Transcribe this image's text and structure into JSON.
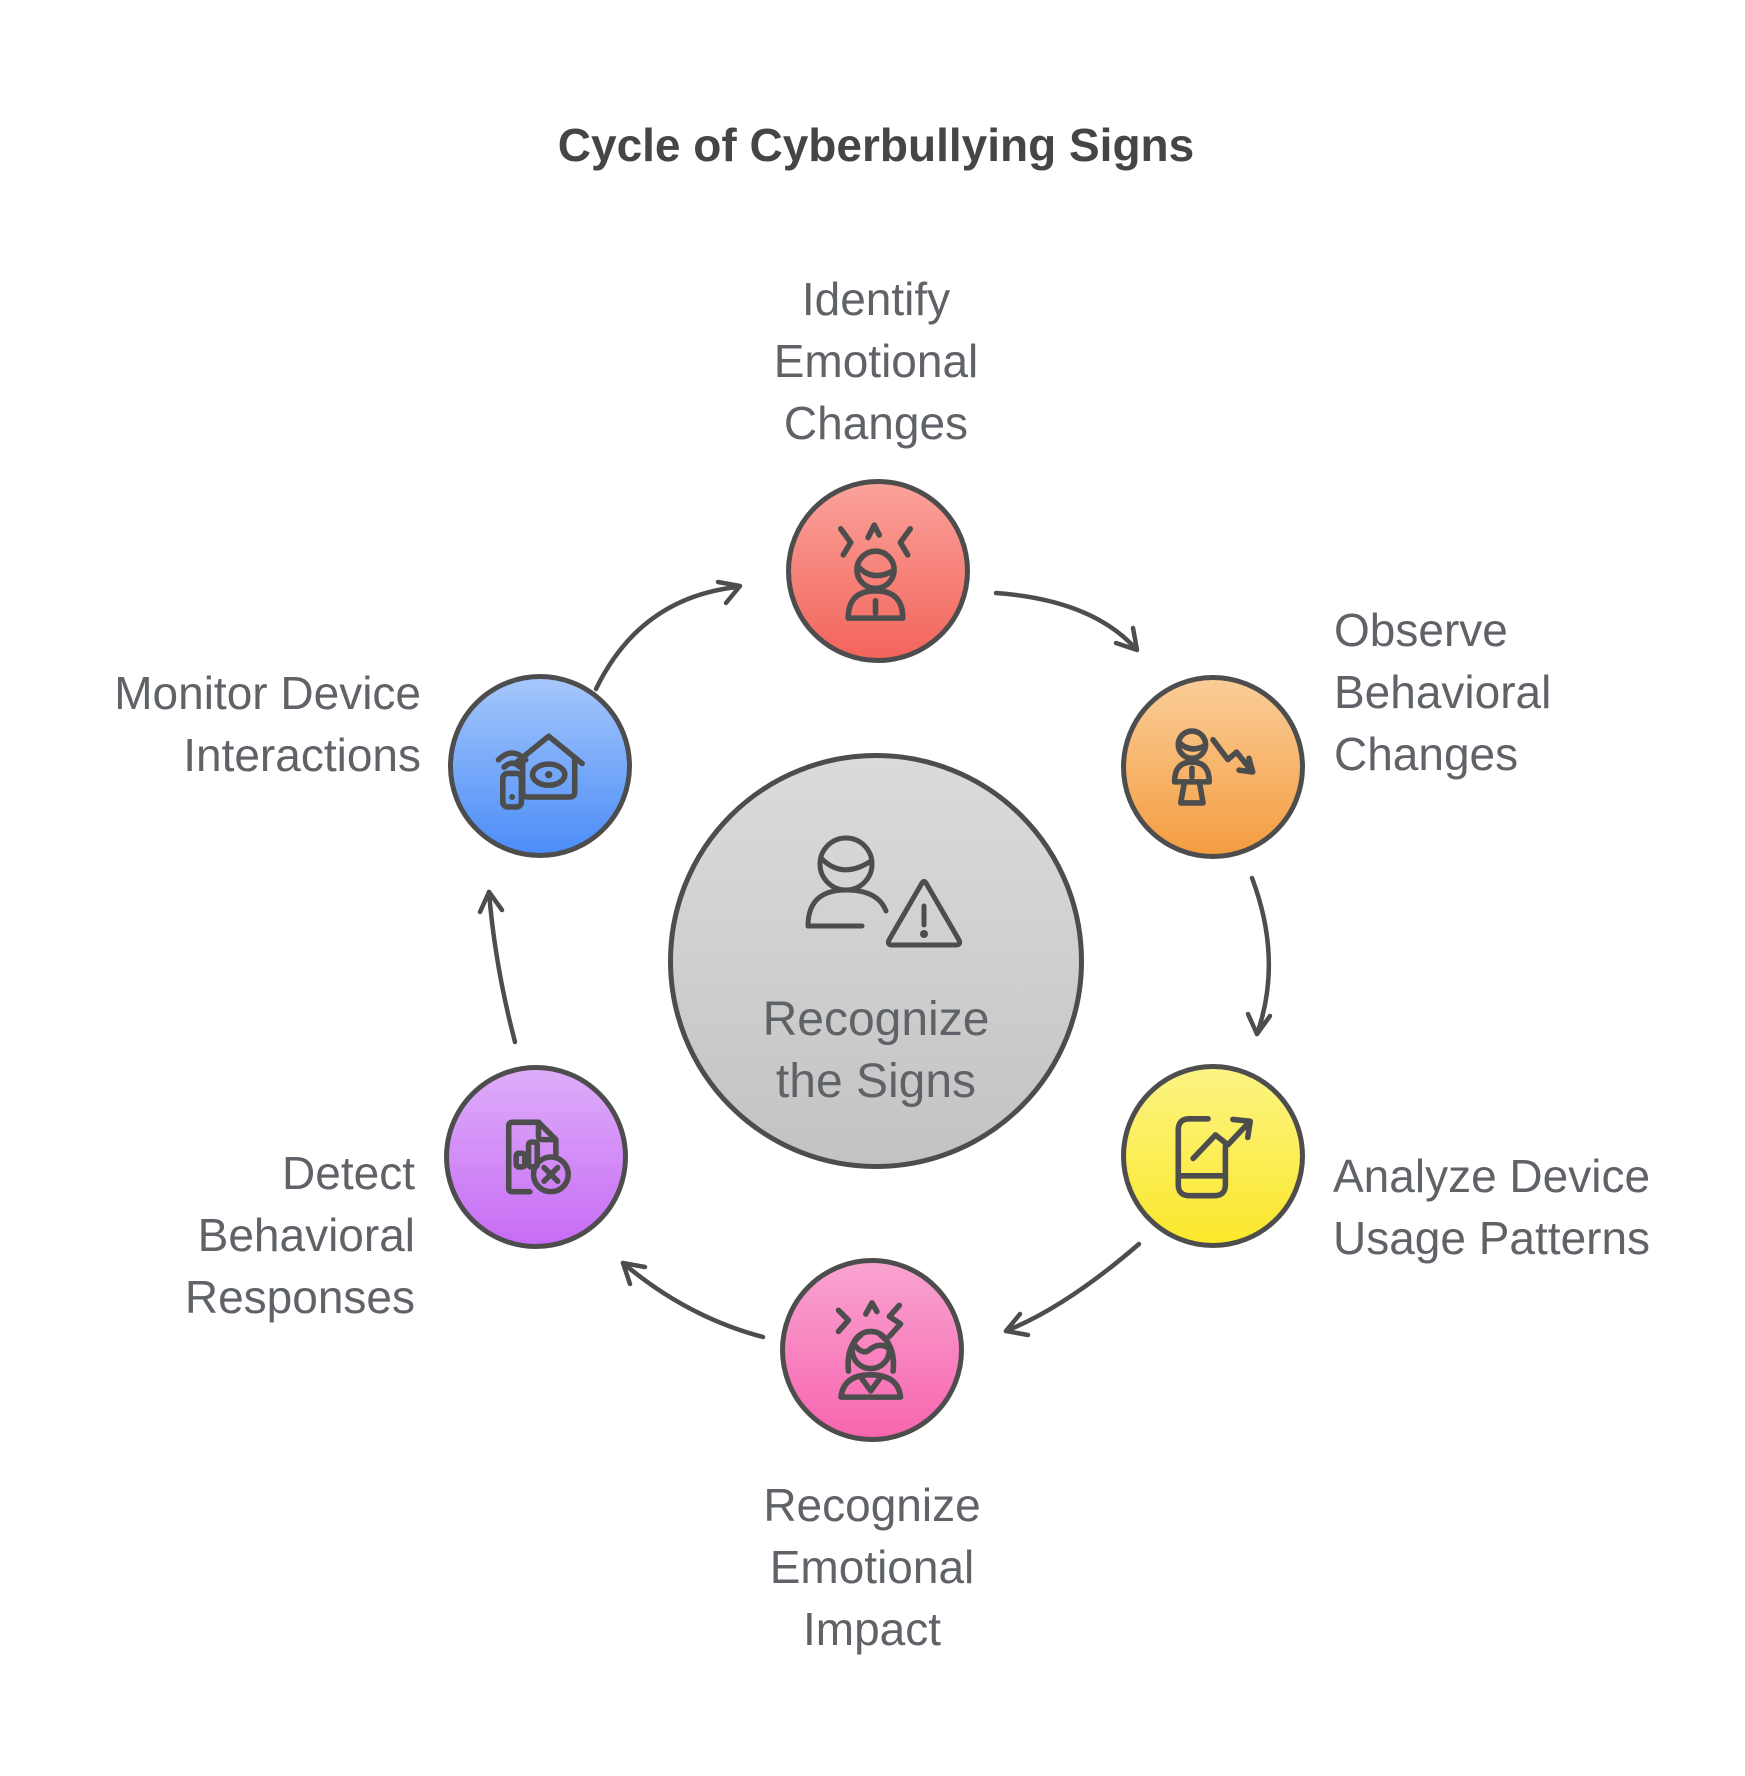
{
  "title": "Cycle of Cyberbullying Signs",
  "center": {
    "lines": [
      "Recognize",
      "the Signs"
    ],
    "icon": "person-warning-icon",
    "color_top": "#DBDBDB",
    "color_bottom": "#C3C3C3"
  },
  "steps": [
    {
      "name": "identify-emotional-changes",
      "lines": [
        "Identify",
        "Emotional",
        "Changes"
      ],
      "icon": "stressed-person-icon",
      "color_top": "#FAA29A",
      "color_bottom": "#F3655C"
    },
    {
      "name": "observe-behavioral-changes",
      "lines": [
        "Observe",
        "Behavioral",
        "Changes"
      ],
      "icon": "person-decline-icon",
      "color_top": "#FACD97",
      "color_bottom": "#F49D41"
    },
    {
      "name": "analyze-device-usage-patterns",
      "lines": [
        "Analyze Device",
        "Usage Patterns"
      ],
      "icon": "phone-trend-up-icon",
      "color_top": "#FCF483",
      "color_bottom": "#FBE72B"
    },
    {
      "name": "recognize-emotional-impact",
      "lines": [
        "Recognize",
        "Emotional",
        "Impact"
      ],
      "icon": "stressed-woman-icon",
      "color_top": "#F9A3D1",
      "color_bottom": "#F765AF"
    },
    {
      "name": "detect-behavioral-responses",
      "lines": [
        "Detect",
        "Behavioral",
        "Responses"
      ],
      "icon": "document-error-icon",
      "color_top": "#DEADFA",
      "color_bottom": "#C76CF4"
    },
    {
      "name": "monitor-device-interactions",
      "lines": [
        "Monitor Device",
        "Interactions"
      ],
      "icon": "home-monitoring-icon",
      "color_top": "#A5C7FB",
      "color_bottom": "#4C8DF8"
    }
  ],
  "stroke_color": "#4d4d4d",
  "text_color": "#5f6368",
  "title_color": "#454545"
}
